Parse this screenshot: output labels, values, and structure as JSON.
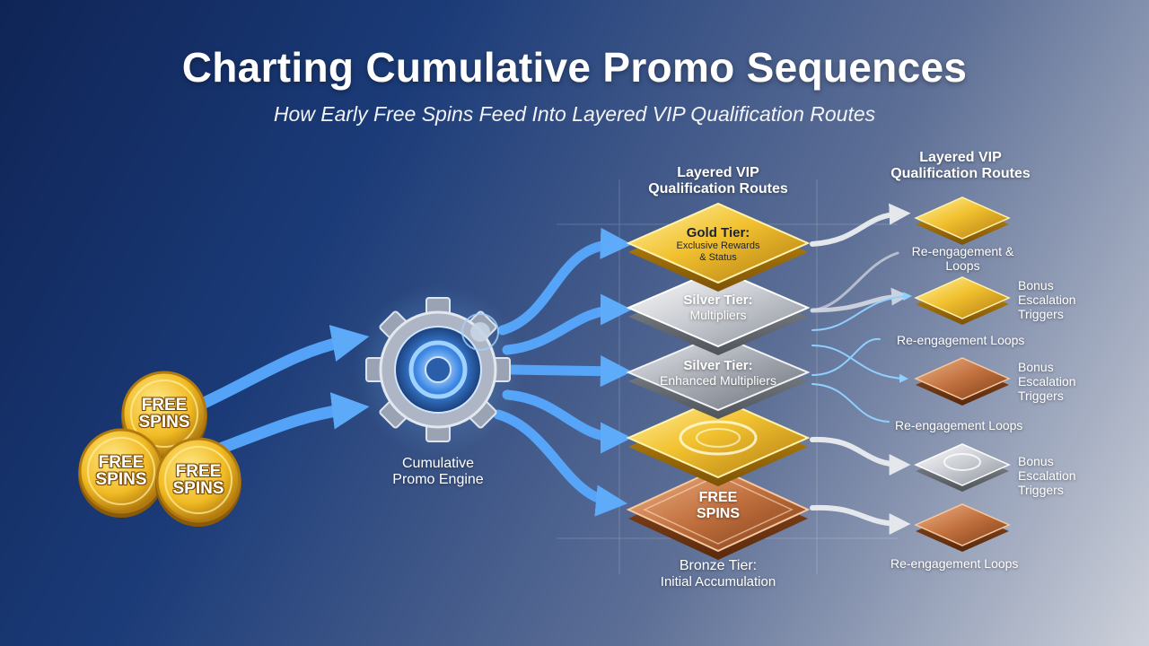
{
  "header": {
    "title": "Charting Cumulative Promo Sequences",
    "subtitle": "How Early Free Spins Feed Into Layered VIP Qualification Routes"
  },
  "coins": {
    "label_line1": "FREE",
    "label_line2": "SPINS"
  },
  "engine": {
    "label_line1": "Cumulative",
    "label_line2": "Promo Engine",
    "icon": "gear-icon"
  },
  "stack": {
    "heading_line1": "Layered VIP",
    "heading_line2": "Qualification Routes",
    "tiers": [
      {
        "title": "Gold Tier:",
        "sub_line1": "Exclusive Rewards",
        "sub_line2": "& Status"
      },
      {
        "title": "Silver Tier:",
        "sub": "Multipliers"
      },
      {
        "title": "Silver Tier:",
        "sub": "Enhanced Multipliers"
      },
      {
        "title": "",
        "sub": ""
      },
      {
        "title": "FREE",
        "sub": "SPINS"
      }
    ],
    "footer_title": "Bronze Tier:",
    "footer_sub": "Initial Accumulation"
  },
  "routes": {
    "heading_line1": "Layered VIP",
    "heading_line2": "Qualification Routes",
    "reengage_loops_line1": "Re-engagement &",
    "reengage_loops_line2": "Loops",
    "bonus_line1": "Bonus",
    "bonus_line2": "Escalation",
    "bonus_line3": "Triggers",
    "reengage_1": "Re-engagement Loops",
    "reengage_2": "Re-engagement Loops",
    "reengage_3": "Re-engagement Loops"
  },
  "colors": {
    "gold": "#f2c230",
    "silver": "#c9ccd2",
    "bronze": "#c1703e",
    "arrow_blue": "#57a9ff",
    "arrow_white": "#e6e9ee"
  }
}
